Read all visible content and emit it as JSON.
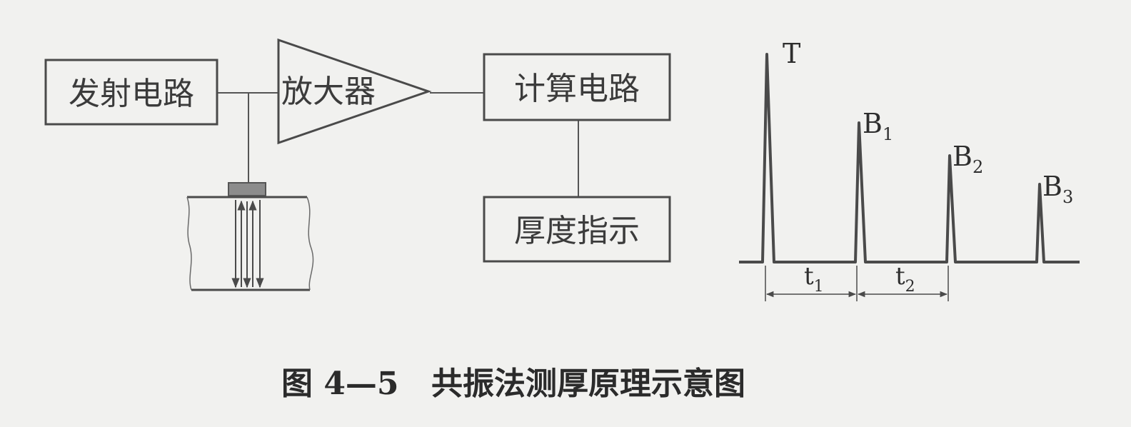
{
  "blocks": {
    "transmit_circuit": "发射电路",
    "amplifier": "放大器",
    "compute_circuit": "计算电路",
    "thickness_indicator": "厚度指示"
  },
  "waveform": {
    "peak_t": "T",
    "peak_b1": {
      "base": "B",
      "sub": "1"
    },
    "peak_b2": {
      "base": "B",
      "sub": "2"
    },
    "peak_b3": {
      "base": "B",
      "sub": "3"
    },
    "interval_1": {
      "base": "t",
      "sub": "1"
    },
    "interval_2": {
      "base": "t",
      "sub": "2"
    }
  },
  "caption": {
    "figure_number": "图 4—5",
    "title": "共振法测厚原理示意图"
  },
  "colors": {
    "background": "#f1f1ef",
    "line": "#4a4a4a",
    "transducer": "#8c8c8c"
  }
}
